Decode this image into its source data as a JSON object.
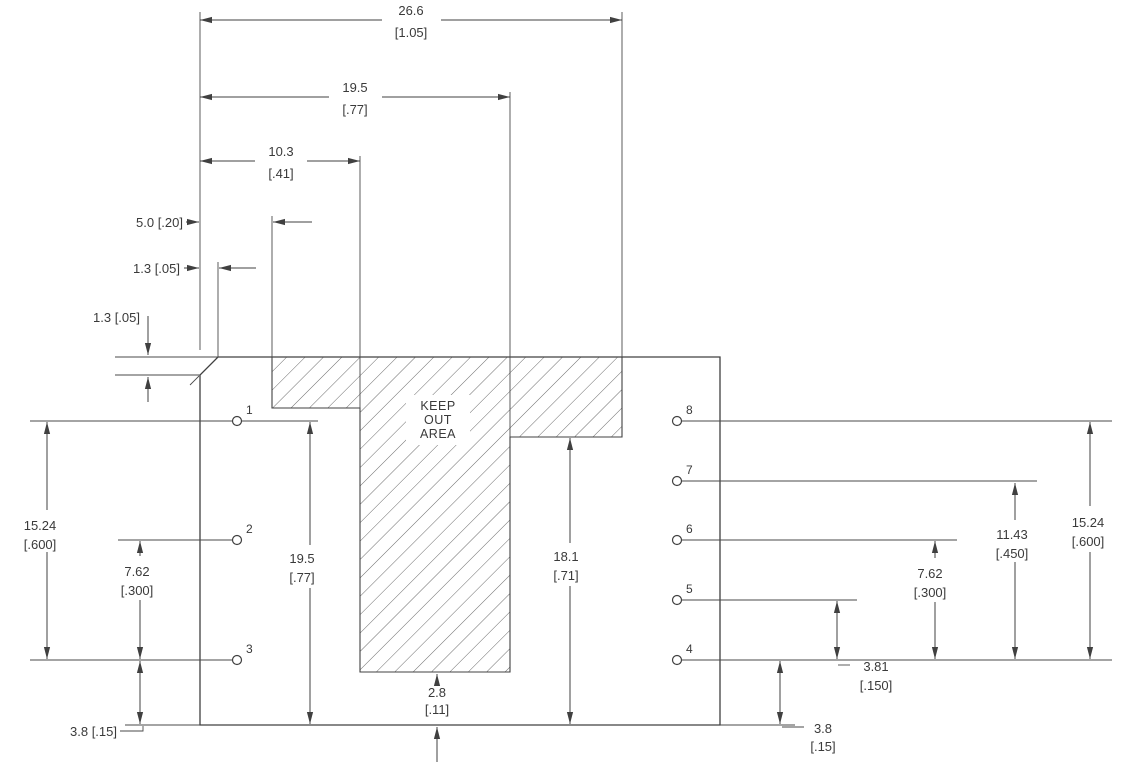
{
  "drawing": {
    "keep_out": {
      "line1": "KEEP",
      "line2": "OUT",
      "line3": "AREA"
    },
    "pins": {
      "p1": "1",
      "p2": "2",
      "p3": "3",
      "p4": "4",
      "p5": "5",
      "p6": "6",
      "p7": "7",
      "p8": "8"
    },
    "dims": {
      "overall_width": {
        "mm": "26.6",
        "inch": "[1.05]"
      },
      "keepout_right_width": {
        "mm": "19.5",
        "inch": "[.77]"
      },
      "stem_left_width": {
        "mm": "10.3",
        "inch": "[.41]"
      },
      "keepout_left_offset": {
        "label": "5.0 [.20]"
      },
      "chamfer_width": {
        "label": "1.3 [.05]"
      },
      "chamfer_height": {
        "label": "1.3 [.05]"
      },
      "left_pin_span": {
        "mm": "15.24",
        "inch": "[.600]"
      },
      "left_pin_pitch": {
        "mm": "7.62",
        "inch": "[.300]"
      },
      "left_bottom_offset": {
        "label": "3.8 [.15]"
      },
      "pin1_to_bottom": {
        "mm": "19.5",
        "inch": "[.77]"
      },
      "keepout_right_height": {
        "mm": "18.1",
        "inch": "[.71]"
      },
      "stem_bottom_gap": {
        "mm": "2.8",
        "inch": "[.11]"
      },
      "right_bottom_offset": {
        "mm": "3.8",
        "inch": "[.15]"
      },
      "pin4_pin5_pitch": {
        "mm": "3.81",
        "inch": "[.150]"
      },
      "pin4_pin6_pitch": {
        "mm": "7.62",
        "inch": "[.300]"
      },
      "pin4_pin7_pitch": {
        "mm": "11.43",
        "inch": "[.450]"
      },
      "right_pin_span": {
        "mm": "15.24",
        "inch": "[.600]"
      }
    },
    "colors": {
      "line": "#404040",
      "text": "#3a3a3a"
    }
  }
}
